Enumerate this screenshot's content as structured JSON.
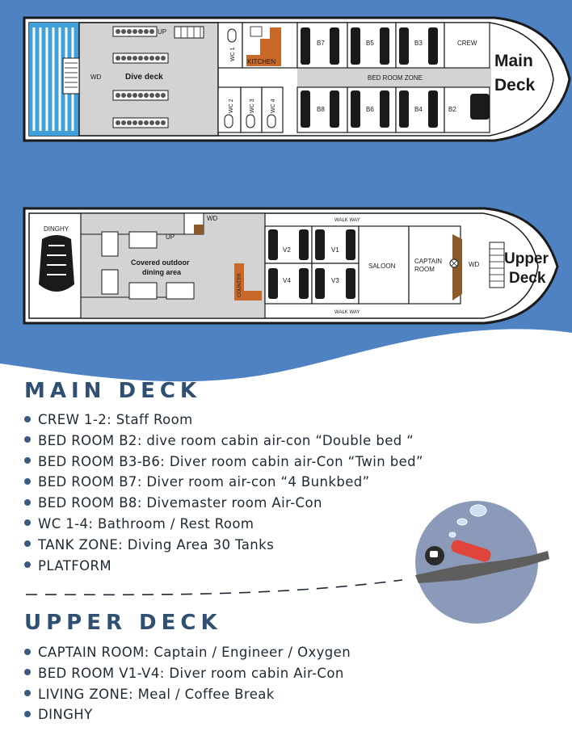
{
  "main_deck": {
    "deck_label_line1": "Main",
    "deck_label_line2": "Deck",
    "labels": {
      "wd": "WD",
      "dive_deck": "Dive deck",
      "up": "UP",
      "wc1": "WC 1",
      "wc2": "WC 2",
      "wc3": "WC 3",
      "wc4": "WC 4",
      "kitchen": "KITCHEN",
      "b7": "B7",
      "b5": "B5",
      "b3": "B3",
      "crew": "CREW",
      "bed_room_zone": "BED ROOM ZONE",
      "b8": "B8",
      "b6": "B6",
      "b4": "B4",
      "b2": "B2"
    }
  },
  "upper_deck": {
    "deck_label_line1": "Upper",
    "deck_label_line2": "Deck",
    "labels": {
      "dinghy": "DINGHY",
      "wd_top": "WD",
      "up": "UP",
      "dining_line1": "Covered outdoor",
      "dining_line2": "dining area",
      "counter": "COUNTER",
      "walkway_top": "WALK WAY",
      "walkway_bottom": "WALK WAY",
      "v1": "V1",
      "v2": "V2",
      "v3": "V3",
      "v4": "V4",
      "saloon": "SALOON",
      "captain_line1": "CAPTAIN",
      "captain_line2": "ROOM",
      "wd_right": "WD"
    }
  },
  "main_section": {
    "heading": "MAIN DECK",
    "items": [
      "CREW 1-2: Staff Room",
      "BED ROOM B2: dive room cabin air-con “Double bed “",
      "BED ROOM B3-B6: Diver room cabin air-Con “Twin bed”",
      "BED ROOM B7: Diver room air-con “4 Bunkbed”",
      "BED ROOM B8: Divemaster room Air-Con",
      "WC 1-4: Bathroom / Rest Room",
      "TANK ZONE: Diving Area 30 Tanks",
      "PLATFORM"
    ]
  },
  "upper_section": {
    "heading": "UPPER DECK",
    "items": [
      "CAPTAIN ROOM: Captain / Engineer / Oxygen",
      "BED ROOM V1-V4: Diver room cabin Air-Con",
      "LIVING ZONE: Meal / Coffee Break",
      "DINGHY"
    ]
  },
  "colors": {
    "sea_blue": "#4f82c3",
    "deck_floor": "#d3d3d3",
    "hull_outline": "#1a1a1a",
    "kitchen_orange": "#c8692a",
    "platform_blue": "#3fa0dc",
    "heading_color": "#2f4f73",
    "diver_circle": "#8b9ab8"
  },
  "icons": [
    "bed-icon",
    "toilet-icon",
    "tank-rack-icon",
    "dinghy-icon",
    "diver-icon",
    "bubble-icon",
    "stairs-icon"
  ]
}
